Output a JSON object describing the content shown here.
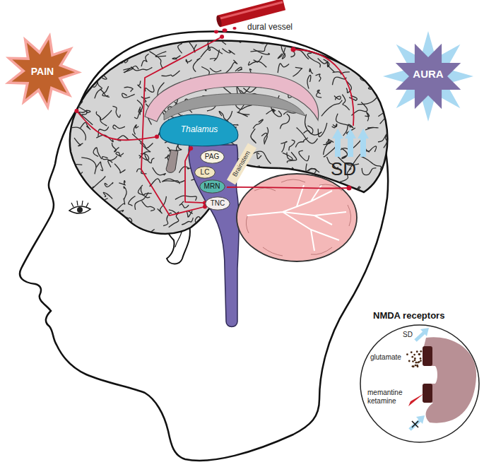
{
  "diagram": {
    "nodes": [
      {
        "text": [
          "PAIN"
        ]
      },
      {
        "text": [
          "dural vessel"
        ]
      },
      {
        "text": [
          "AURA"
        ]
      },
      {
        "text": [
          "Thalamus"
        ]
      },
      {
        "text": [
          "PAG"
        ]
      },
      {
        "text": [
          "LC"
        ]
      },
      {
        "text": [
          "MRN"
        ]
      },
      {
        "text": [
          "TNC"
        ]
      },
      {
        "text": [
          "NMDA receptors",
          "SD",
          "glutamate",
          "memantine ketamine"
        ]
      }
    ],
    "edges": [
      {
        "from": 1,
        "to": 7,
        "arrow": "none"
      },
      {
        "from": 7,
        "to": 3,
        "arrow": "none"
      },
      {
        "from": 3,
        "to": 0,
        "arrow": "none"
      }
    ],
    "labels": [
      "Brainstem",
      "SD"
    ]
  }
}
